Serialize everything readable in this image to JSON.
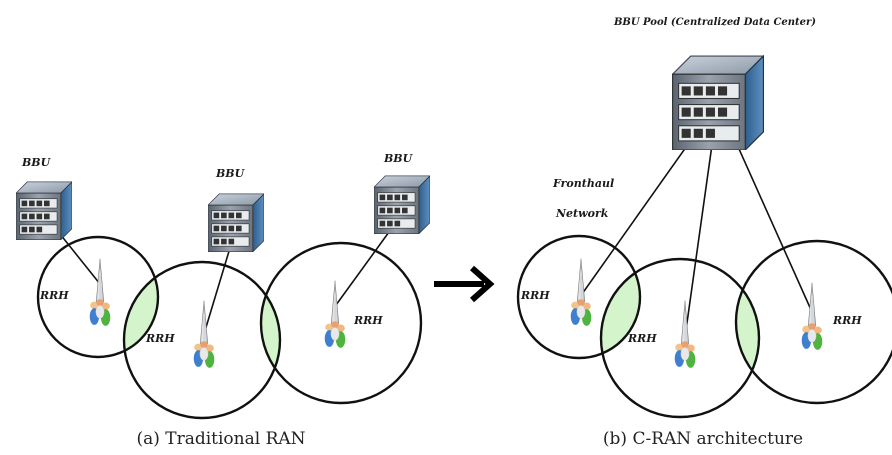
{
  "labels": {
    "bbu": "BBU",
    "rrh": "RRH",
    "pool": "BBU Pool (Centralized Data Center)",
    "fronthaul_line1": "Fronthaul",
    "fronthaul_line2": "Network"
  },
  "captions": {
    "left": "(a) Traditional RAN",
    "right": "(b) C-RAN architecture"
  },
  "colors": {
    "overlap_fill": "#d4f5cc",
    "circle_stroke": "#111111",
    "server_blue": "#3f6d97"
  }
}
